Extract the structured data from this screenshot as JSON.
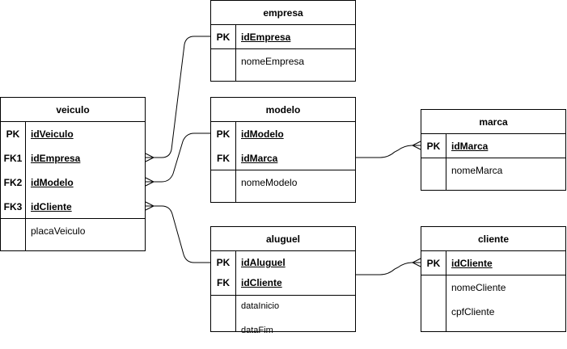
{
  "tables": {
    "empresa": {
      "title": "empresa",
      "keys": [
        {
          "key": "PK",
          "name": "idEmpresa"
        }
      ],
      "attrs": [
        "nomeEmpresa"
      ]
    },
    "veiculo": {
      "title": "veiculo",
      "keys": [
        {
          "key": "PK",
          "name": "idVeiculo"
        },
        {
          "key": "FK1",
          "name": "idEmpresa"
        },
        {
          "key": "FK2",
          "name": "idModelo"
        },
        {
          "key": "FK3",
          "name": "idCliente"
        }
      ],
      "attrs": [
        "placaVeiculo"
      ]
    },
    "modelo": {
      "title": "modelo",
      "keys": [
        {
          "key": "PK",
          "name": "idModelo"
        },
        {
          "key": "FK",
          "name": "idMarca"
        }
      ],
      "attrs": [
        "nomeModelo"
      ]
    },
    "marca": {
      "title": "marca",
      "keys": [
        {
          "key": "PK",
          "name": "idMarca"
        }
      ],
      "attrs": [
        "nomeMarca"
      ]
    },
    "aluguel": {
      "title": "aluguel",
      "keys": [
        {
          "key": "PK",
          "name": "idAluguel"
        },
        {
          "key": "FK",
          "name": "idCliente"
        }
      ],
      "attrs": [
        "dataInicio",
        "dataFim"
      ]
    },
    "cliente": {
      "title": "cliente",
      "keys": [
        {
          "key": "PK",
          "name": "idCliente"
        }
      ],
      "attrs": [
        "nomeCliente",
        "cpfCliente"
      ]
    }
  }
}
